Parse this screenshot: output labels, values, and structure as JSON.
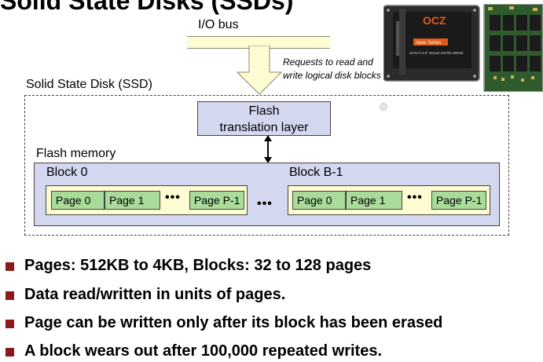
{
  "title": "Solid State Disks (SSDs)",
  "io_bus_label": "I/O bus",
  "request_note_lines": [
    "Requests to read and",
    "write logical disk blocks"
  ],
  "ssd_label": "Solid State Disk (SSD)",
  "ftl_lines": [
    "Flash",
    "translation layer"
  ],
  "flash_memory_label": "Flash memory",
  "blocks": [
    {
      "label": "Block 0",
      "pages": [
        "Page 0",
        "Page 1",
        "Page P-1"
      ],
      "ellipsis": "•••"
    },
    {
      "label": "Block  B-1",
      "pages": [
        "Page 0",
        "Page 1",
        "Page P-1"
      ],
      "ellipsis": "•••"
    }
  ],
  "between_blocks_ellipsis": "•••",
  "photo_label": {
    "brand": "OCZ",
    "series": "Apex Series",
    "model_line": "SATA II 2.5\" SOLID STATE DRIVE"
  },
  "bullets": [
    "Pages: 512KB to 4KB, Blocks: 32 to 128 pages",
    "Data read/written in units of pages.",
    "Page can be written only after its block has been erased",
    "A block wears out after 100,000 repeated writes."
  ],
  "colors": {
    "bus_fill": "#fdfcd2",
    "ftl_fill": "#d3d7ef",
    "page_fill": "#a9dc9a",
    "bullet": "#8b1a1a"
  }
}
